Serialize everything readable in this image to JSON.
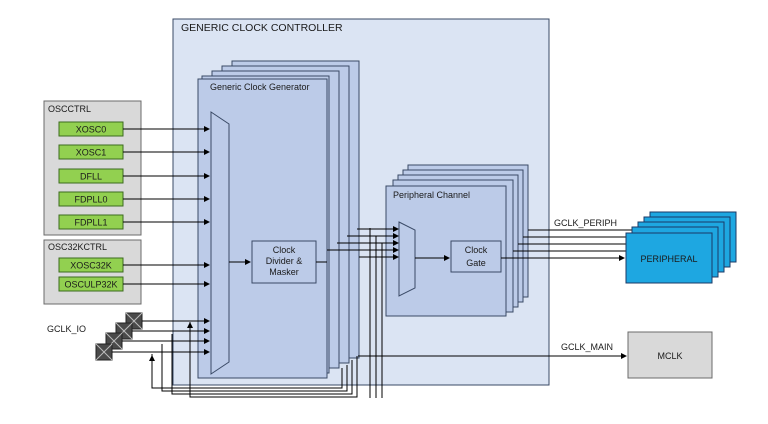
{
  "gcc": {
    "title": "GENERIC CLOCK CONTROLLER"
  },
  "generator": {
    "title": "Generic Clock Generator"
  },
  "divider": {
    "line1": "Clock",
    "line2": "Divider &",
    "line3": "Masker"
  },
  "peripheral_channel": {
    "title": "Peripheral Channel"
  },
  "gate": {
    "line1": "Clock",
    "line2": "Gate"
  },
  "oscctrl": {
    "title": "OSCCTRL",
    "items": [
      "XOSC0",
      "XOSC1",
      "DFLL",
      "FDPLL0",
      "FDPLL1"
    ]
  },
  "osc32kctrl": {
    "title": "OSC32KCTRL",
    "items": [
      "XOSC32K",
      "OSCULP32K"
    ]
  },
  "gclk_io": {
    "label": "GCLK_IO"
  },
  "signals": {
    "periph": "GCLK_PERIPH",
    "main": "GCLK_MAIN"
  },
  "peripheral": {
    "label": "PERIPHERAL"
  },
  "mclk": {
    "label": "MCLK"
  },
  "colors": {
    "controller_fill": "#dbe4f3",
    "block_fill": "#bccbe8",
    "block_stroke": "#3a4a66",
    "osc_panel_fill": "#d9d9d9",
    "osc_item_fill": "#92d050",
    "peripheral_fill": "#1ea7e1",
    "mclk_fill": "#d9d9d9",
    "pad_fill": "#4a4a4a"
  }
}
